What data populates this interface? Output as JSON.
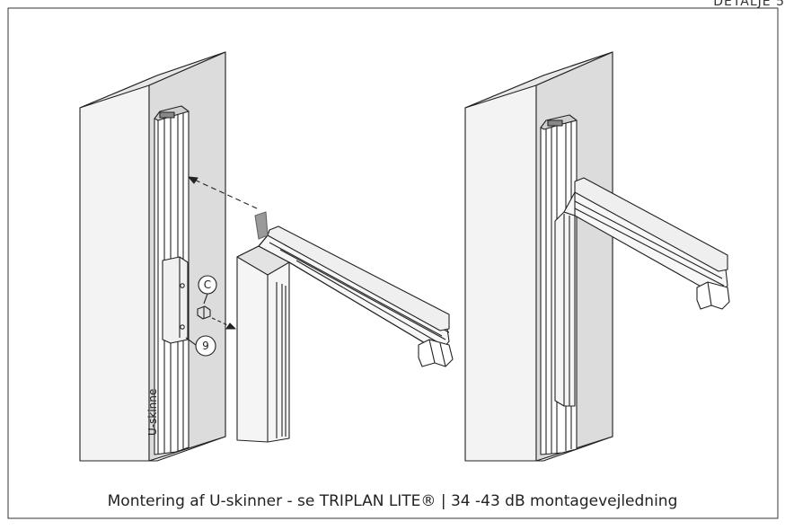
{
  "header": {
    "page_label": "DETALJE 5"
  },
  "labels": {
    "u_rail": "U-skinne",
    "callout_c": "C",
    "callout_9": "9"
  },
  "caption": "Montering af U-skinner - se TRIPLAN LITE® | 34 -43 dB montagevejledning",
  "colors": {
    "wall_front": "#f2f2f2",
    "wall_top": "#e6e6e6",
    "wall_side": "#d9d9d9",
    "line": "#222222",
    "gasket": "#9a9a9a"
  }
}
